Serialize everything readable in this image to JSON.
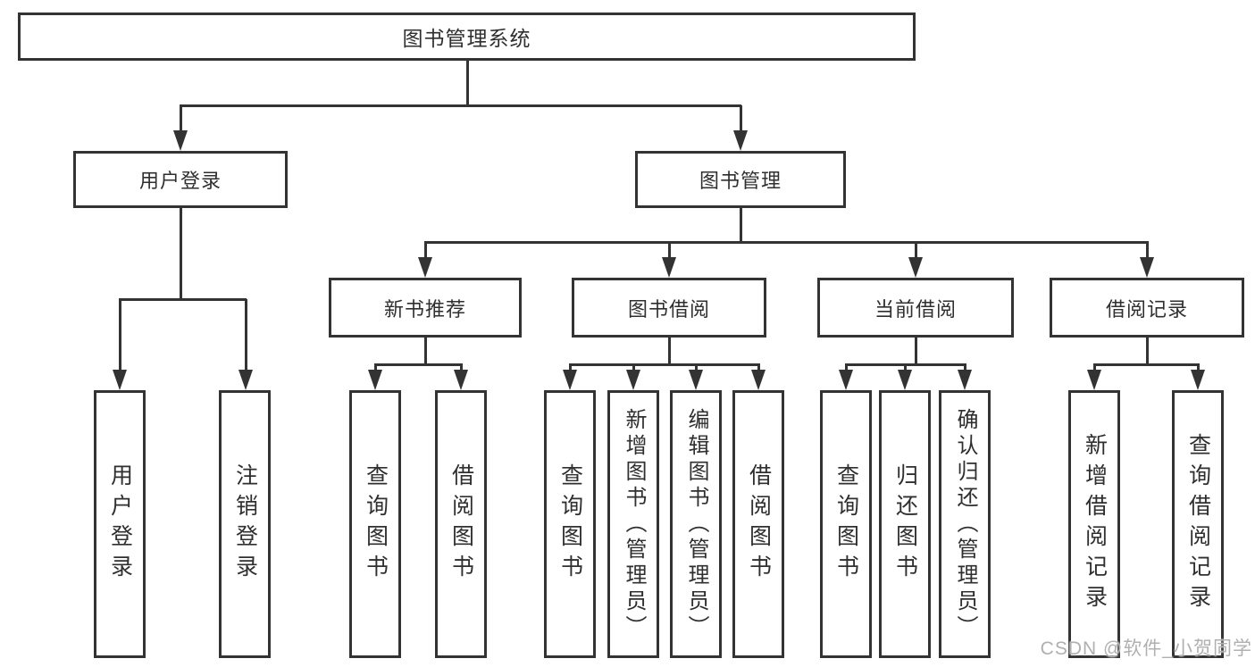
{
  "colors": {
    "line": "#333333",
    "text": "#2f2f2f",
    "box_fill": "#ffffff",
    "background": "#ffffff",
    "watermark": "#b0b0b0"
  },
  "root": {
    "label": "图书管理系统"
  },
  "level2": {
    "user_login": {
      "label": "用户登录"
    },
    "book_mgmt": {
      "label": "图书管理"
    }
  },
  "level3": {
    "new_book": {
      "label": "新书推荐"
    },
    "borrow": {
      "label": "图书借阅"
    },
    "current": {
      "label": "当前借阅"
    },
    "records": {
      "label": "借阅记录"
    }
  },
  "level4": {
    "user_login": {
      "label": "用户登录"
    },
    "logout": {
      "label": "注销登录"
    },
    "nb_search": {
      "label": "查询图书"
    },
    "nb_borrow": {
      "label": "借阅图书"
    },
    "bb_search": {
      "label": "查询图书"
    },
    "bb_add": {
      "label": "新增图书（管理员）"
    },
    "bb_edit": {
      "label": "编辑图书（管理员）"
    },
    "bb_borrow": {
      "label": "借阅图书"
    },
    "cb_search": {
      "label": "查询图书"
    },
    "cb_return": {
      "label": "归还图书"
    },
    "cb_confirm": {
      "label": "确认归还（管理员）"
    },
    "br_add": {
      "label": "新增借阅记录"
    },
    "br_search": {
      "label": "查询借阅记录"
    }
  },
  "watermark": {
    "text": "CSDN @软件_小贺同学"
  }
}
